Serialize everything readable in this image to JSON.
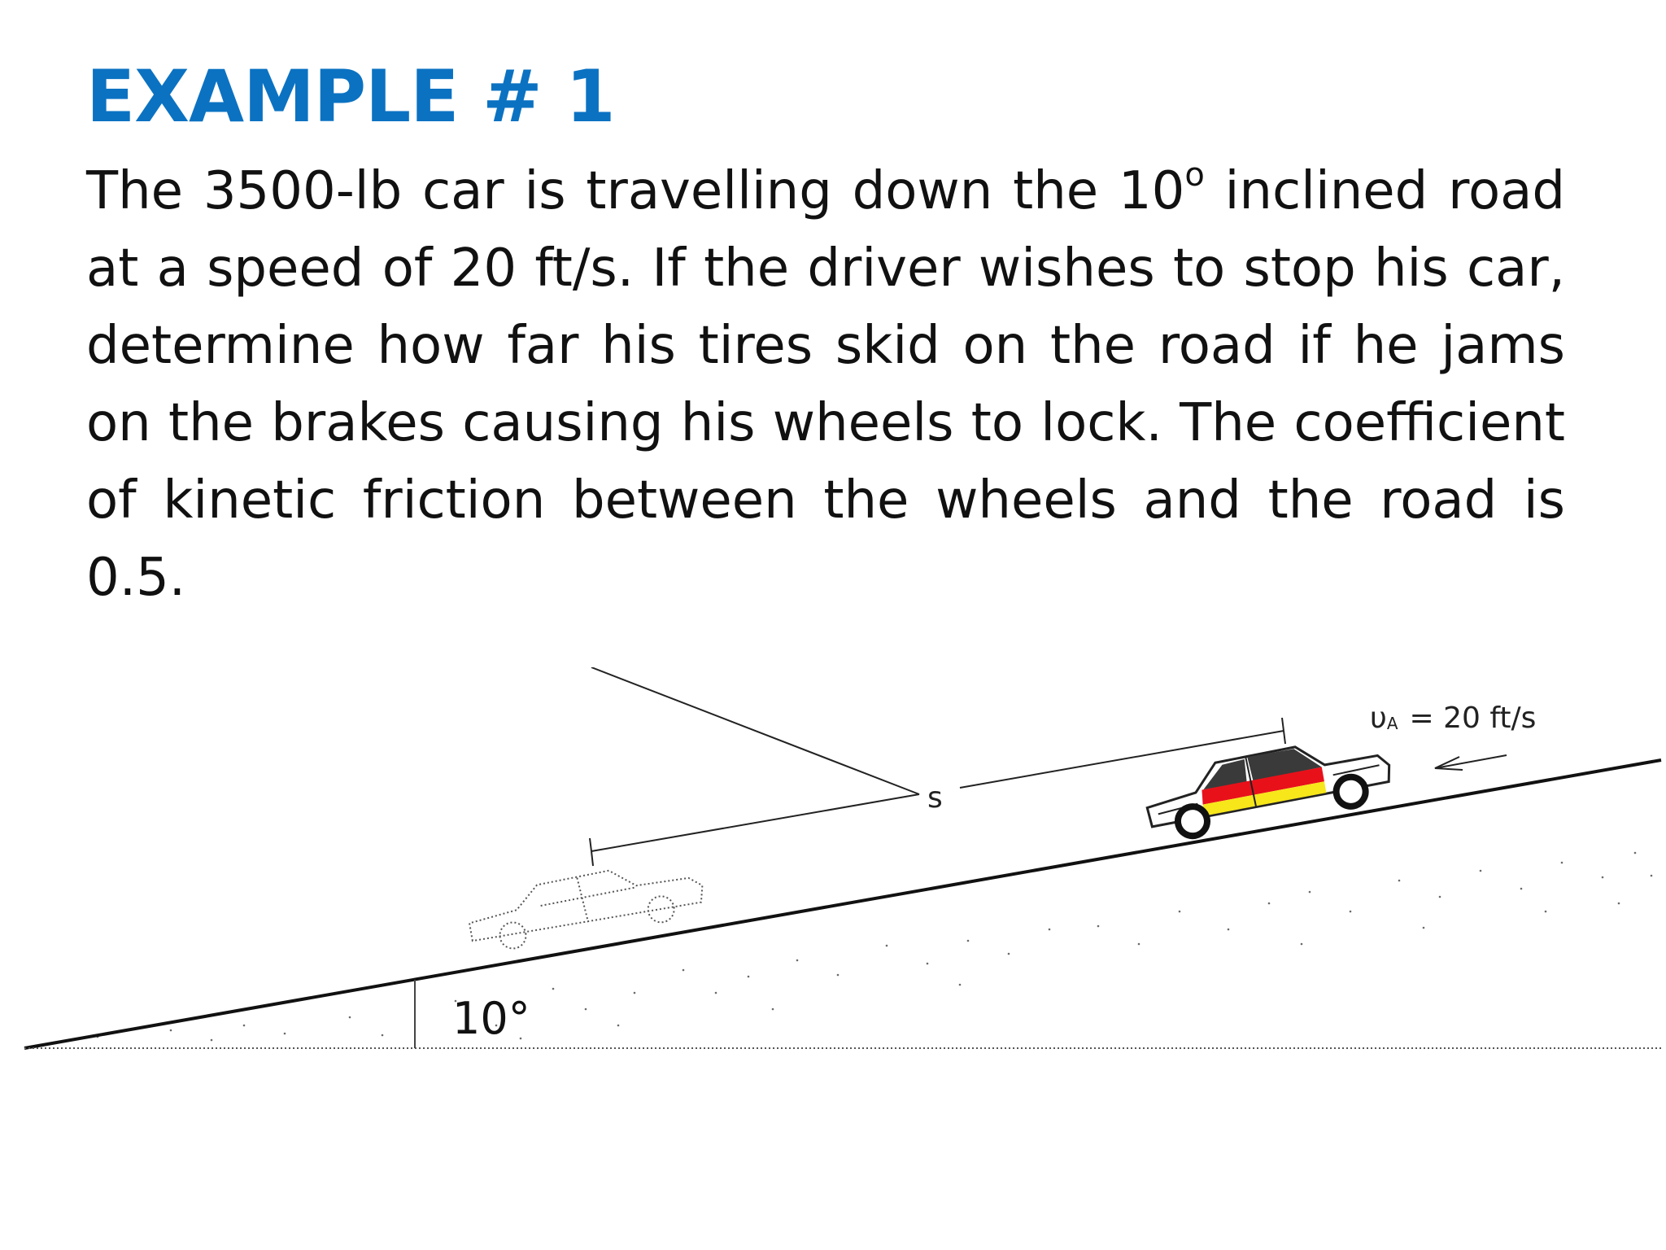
{
  "slide": {
    "title": "EXAMPLE # 1",
    "problem": {
      "part1": "The 3500-lb car is travelling down the 10",
      "superscript": "o",
      "part2": " inclined road at a speed of 20 ft/s. If the driver wishes to stop his car, determine how far his tires skid on the road if he jams on the brakes causing his wheels to lock. The coefficient of kinetic friction between the wheels and the road is 0.5."
    },
    "colors": {
      "title": "#0b72c2",
      "body_text": "#111111",
      "car_stripe_top": "#e8111a",
      "car_stripe_bottom": "#f6e61a",
      "car_window": "#3a3a3a"
    }
  },
  "figure": {
    "distance_label": "s",
    "angle_label": "10°",
    "velocity_symbol": "υ",
    "velocity_subscript": "A",
    "velocity_value": "= 20 ft/s",
    "icons": [
      "car-moving-icon",
      "car-stopped-outline-icon",
      "velocity-arrow-icon"
    ]
  }
}
